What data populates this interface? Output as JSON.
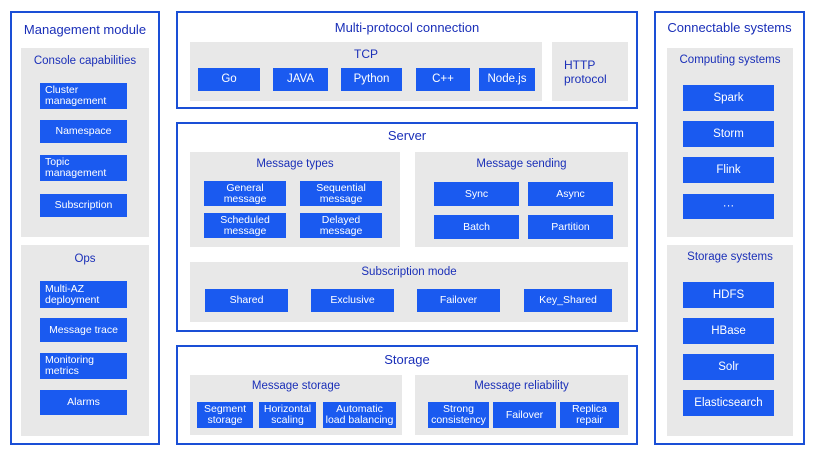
{
  "management": {
    "title": "Management module",
    "console": {
      "title": "Console capabilities",
      "items": [
        "Cluster management",
        "Namespace",
        "Topic management",
        "Subscription"
      ]
    },
    "ops": {
      "title": "Ops",
      "items": [
        "Multi-AZ deployment",
        "Message trace",
        "Monitoring metrics",
        "Alarms"
      ]
    }
  },
  "protocol": {
    "title": "Multi-protocol connection",
    "tcp": {
      "title": "TCP",
      "items": [
        "Go",
        "JAVA",
        "Python",
        "C++",
        "Node.js"
      ]
    },
    "http": "HTTP protocol"
  },
  "server": {
    "title": "Server",
    "types": {
      "title": "Message types",
      "items": [
        "General message",
        "Sequential message",
        "Scheduled message",
        "Delayed message"
      ]
    },
    "sending": {
      "title": "Message sending",
      "items": [
        "Sync",
        "Async",
        "Batch",
        "Partition"
      ]
    },
    "subscription": {
      "title": "Subscription mode",
      "items": [
        "Shared",
        "Exclusive",
        "Failover",
        "Key_Shared"
      ]
    }
  },
  "storage": {
    "title": "Storage",
    "message_storage": {
      "title": "Message storage",
      "items": [
        "Segment storage",
        "Horizontal scaling",
        "Automatic load balancing"
      ]
    },
    "reliability": {
      "title": "Message reliability",
      "items": [
        "Strong consistency",
        "Failover",
        "Replica repair"
      ]
    }
  },
  "connectable": {
    "title": "Connectable systems",
    "computing": {
      "title": "Computing systems",
      "items": [
        "Spark",
        "Storm",
        "Flink",
        "···"
      ]
    },
    "storage": {
      "title": "Storage systems",
      "items": [
        "HDFS",
        "HBase",
        "Solr",
        "Elasticsearch"
      ]
    }
  }
}
